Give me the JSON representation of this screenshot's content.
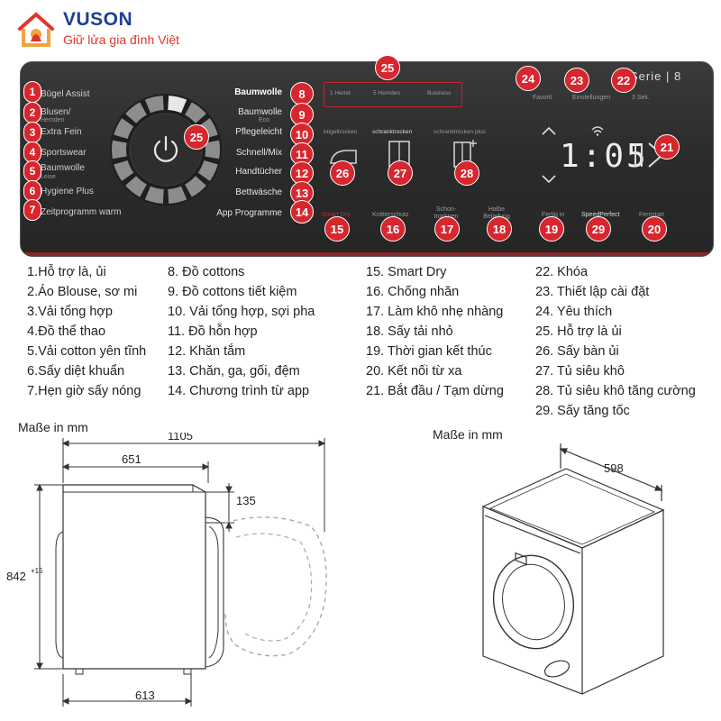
{
  "brand": {
    "name": "VUSON",
    "slogan": "Giữ lửa gia đình Việt"
  },
  "panel": {
    "left_labels": [
      "Bügel Assist",
      "Blusen/",
      "Extra Fein",
      "Sportswear",
      "Baumwolle",
      "Hygiene Plus",
      "Zeitprogramm warm"
    ],
    "left_sub": {
      "blusen": "Hemden",
      "baumwolle": "Leise"
    },
    "right_labels": [
      "Baumwolle",
      "Baumwolle",
      "Pflegeleicht",
      "Schnell/Mix",
      "Handtücher",
      "Bettwäsche",
      "App Programme"
    ],
    "right_sub": {
      "baumwolle_eco": "Eco"
    },
    "shirt_modes": [
      "1 Hemd",
      "5 Hemden",
      "Business"
    ],
    "dry_modes": [
      "bügeltrocken",
      "schranktrocken",
      "schranktrocken plus"
    ],
    "bottom_labels": [
      "Smart Dry",
      "Knitterschutz",
      "Schon-trocknen",
      "Halbe Beladung",
      "Fertig in",
      "SpeedPerfect",
      "Fernstart"
    ],
    "top_labels": {
      "favorit": "Favorit",
      "einstellungen": "Einstellungen",
      "lock": "3 Sek."
    },
    "series": "Serie | 8",
    "time_display": "1:05",
    "badges": {
      "left": [
        "1",
        "2",
        "3",
        "4",
        "5",
        "6",
        "7"
      ],
      "right": [
        "8",
        "9",
        "10",
        "11",
        "12",
        "13",
        "14"
      ],
      "bottom": [
        "15",
        "16",
        "17",
        "18",
        "19",
        "29",
        "20"
      ],
      "top": [
        "24",
        "23",
        "22"
      ],
      "b25_top": "25",
      "b25_dial": "25",
      "dry": [
        "26",
        "27",
        "28"
      ],
      "start": "21"
    }
  },
  "legend": {
    "col1": [
      "1.Hỗ trợ là, ủi",
      "2.Áo Blouse, sơ mi",
      "3.Vải tổng hợp",
      "4.Đồ thể thao",
      "5.Vải cotton yên tĩnh",
      "6.Sấy diệt khuẩn",
      "7.Hẹn giờ sấy nóng"
    ],
    "col2": [
      "8. Đồ cottons",
      "9. Đồ cottons tiết kiệm",
      "10. Vải tổng hợp, sợi pha",
      "11. Đồ hỗn hợp",
      "12. Khăn tắm",
      "13. Chăn, ga, gối, đệm",
      "14. Chương trình từ app"
    ],
    "col3": [
      "15. Smart Dry",
      "16. Chống nhăn",
      "17. Làm khô nhẹ nhàng",
      "18. Sấy tải nhỏ",
      "19. Thời gian kết thúc",
      "20. Kết nối từ xa",
      "21. Bắt đầu / Tạm dừng"
    ],
    "col4": [
      "22. Khóa",
      "23. Thiết lập cài đặt",
      "24. Yêu thích",
      "25. Hỗ trợ là ủi",
      "26. Sấy bàn ủi",
      "27. Tủ siêu khô",
      "28. Tủ siêu khô tăng cường",
      "29. Sấy tăng tốc"
    ]
  },
  "dimensions": {
    "side_title": "Maße in mm",
    "iso_title": "Maße in mm",
    "total_depth": "1105",
    "body_depth": "651",
    "door_offset": "135",
    "height": "842",
    "height_tol": "+15",
    "base_depth": "613",
    "width": "598"
  },
  "colors": {
    "accent_red": "#d7262e",
    "brand_blue": "#1c3f94",
    "panel_bg": "#2b2b2b"
  }
}
